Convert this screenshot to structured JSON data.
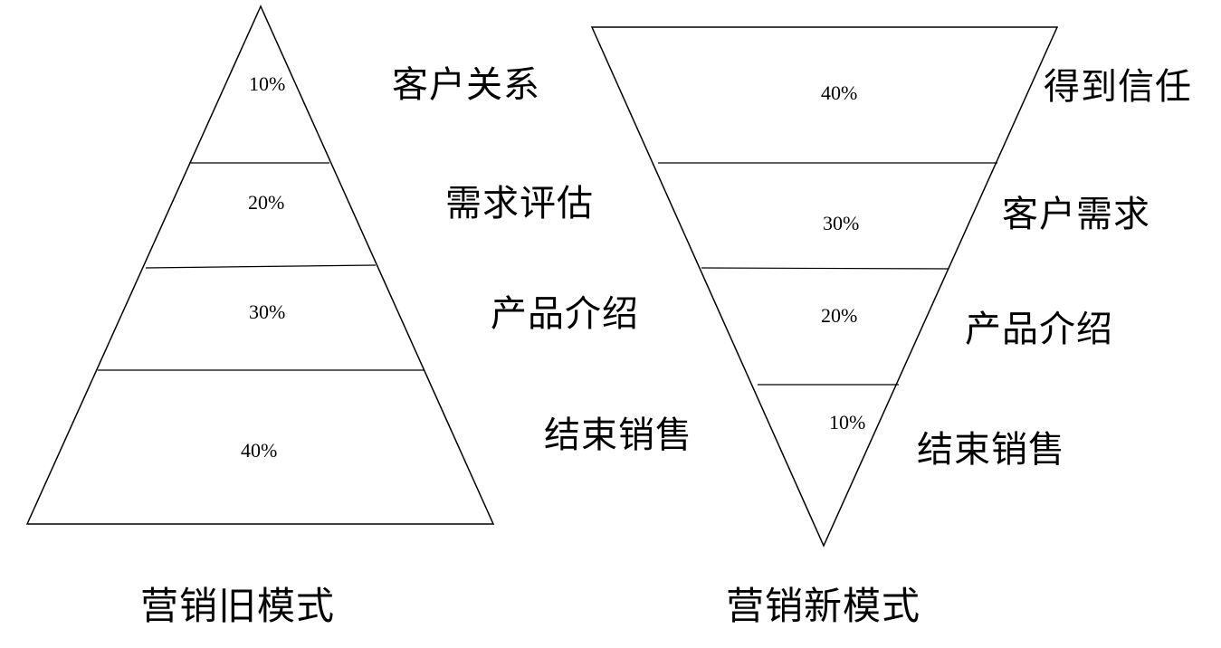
{
  "old_model": {
    "caption": "营销旧模式",
    "levels": [
      {
        "label": "客户关系",
        "percent": "10%"
      },
      {
        "label": "需求评估",
        "percent": "20%"
      },
      {
        "label": "产品介绍",
        "percent": "30%"
      },
      {
        "label": "结束销售",
        "percent": "40%"
      }
    ]
  },
  "new_model": {
    "caption": "营销新模式",
    "levels": [
      {
        "label": "得到信任",
        "percent": "40%"
      },
      {
        "label": "客户需求",
        "percent": "30%"
      },
      {
        "label": "产品介绍",
        "percent": "20%"
      },
      {
        "label": "结束销售",
        "percent": "10%"
      }
    ]
  }
}
